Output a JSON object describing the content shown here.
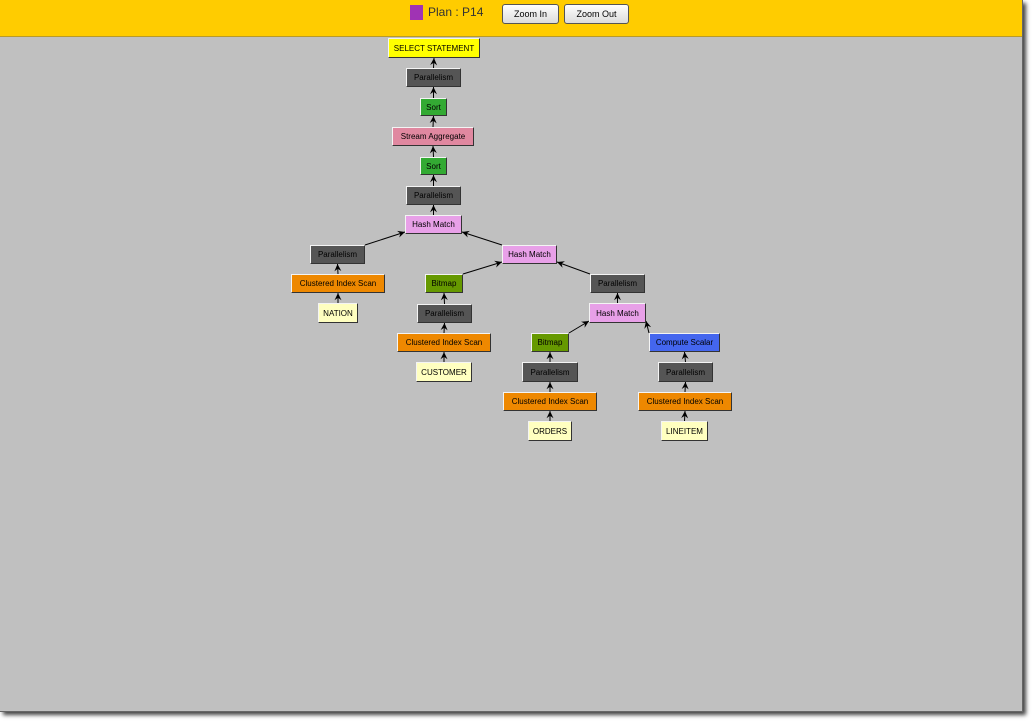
{
  "header": {
    "plan_label": "Plan : P14",
    "zoom_in": "Zoom In",
    "zoom_out": "Zoom Out",
    "swatch_color": "#a033b4"
  },
  "colors": {
    "root": "#ffff00",
    "parallelism": "#555555",
    "sort": "#33aa33",
    "aggregate": "#e088a0",
    "hash": "#e8a0e8",
    "scan": "#ee8800",
    "table": "#ffffc0",
    "bitmap": "#669900",
    "compute": "#4466ee"
  },
  "nodes": [
    {
      "label": "SELECT STATEMENT",
      "kind": "root"
    },
    {
      "label": "Parallelism",
      "kind": "parallelism"
    },
    {
      "label": "Sort",
      "kind": "sort"
    },
    {
      "label": "Stream Aggregate",
      "kind": "aggregate"
    },
    {
      "label": "Sort",
      "kind": "sort"
    },
    {
      "label": "Parallelism",
      "kind": "parallelism"
    },
    {
      "label": "Hash Match",
      "kind": "hash"
    },
    {
      "label": "Parallelism",
      "kind": "parallelism"
    },
    {
      "label": "Clustered Index Scan",
      "kind": "scan"
    },
    {
      "label": "NATION",
      "kind": "table"
    },
    {
      "label": "Hash Match",
      "kind": "hash"
    },
    {
      "label": "Bitmap",
      "kind": "bitmap"
    },
    {
      "label": "Parallelism",
      "kind": "parallelism"
    },
    {
      "label": "Clustered Index Scan",
      "kind": "scan"
    },
    {
      "label": "CUSTOMER",
      "kind": "table"
    },
    {
      "label": "Parallelism",
      "kind": "parallelism"
    },
    {
      "label": "Hash Match",
      "kind": "hash"
    },
    {
      "label": "Bitmap",
      "kind": "bitmap"
    },
    {
      "label": "Parallelism",
      "kind": "parallelism"
    },
    {
      "label": "Clustered Index Scan",
      "kind": "scan"
    },
    {
      "label": "ORDERS",
      "kind": "table"
    },
    {
      "label": "Compute Scalar",
      "kind": "compute"
    },
    {
      "label": "Parallelism",
      "kind": "parallelism"
    },
    {
      "label": "Clustered Index Scan",
      "kind": "scan"
    },
    {
      "label": "LINEITEM",
      "kind": "table"
    }
  ],
  "edges": [
    [
      1,
      0
    ],
    [
      2,
      1
    ],
    [
      3,
      2
    ],
    [
      4,
      3
    ],
    [
      5,
      4
    ],
    [
      6,
      5
    ],
    [
      7,
      6
    ],
    [
      8,
      7
    ],
    [
      9,
      8
    ],
    [
      10,
      6
    ],
    [
      11,
      10
    ],
    [
      12,
      11
    ],
    [
      13,
      12
    ],
    [
      14,
      13
    ],
    [
      15,
      10
    ],
    [
      16,
      15
    ],
    [
      17,
      16
    ],
    [
      18,
      17
    ],
    [
      19,
      18
    ],
    [
      20,
      19
    ],
    [
      21,
      16
    ],
    [
      22,
      21
    ],
    [
      23,
      22
    ],
    [
      24,
      23
    ]
  ]
}
